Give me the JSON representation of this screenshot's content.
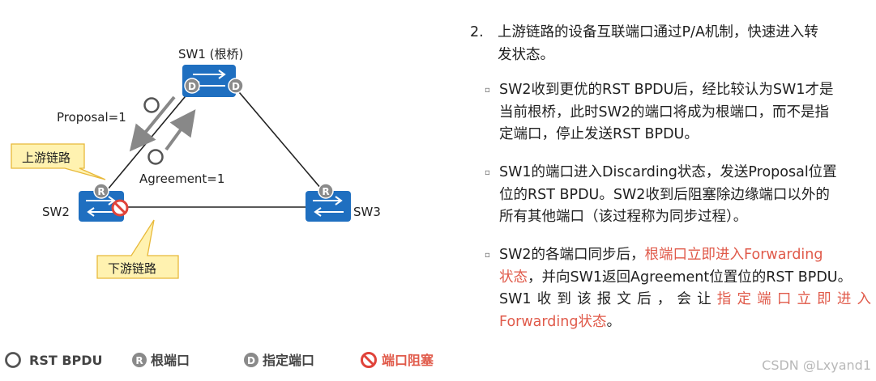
{
  "diagram": {
    "sw1_label": "SW1 (根桥)",
    "sw2_label": "SW2",
    "sw3_label": "SW3",
    "proposal_label": "Proposal=1",
    "agreement_label": "Agreement=1",
    "upstream_label": "上游链路",
    "downstream_label": "下游链路",
    "port_r": "R",
    "port_d": "D"
  },
  "legend": {
    "bpdu": "RST BPDU",
    "root_port": "根端口",
    "designated_port": "指定端口",
    "blocked_port": "端口阻塞",
    "r_letter": "R",
    "d_letter": "D"
  },
  "text": {
    "step_num": "2.",
    "step_line1": "上游链路的设备互联端口通过P/A机制，快速进入转",
    "step_line2": "发状态。",
    "bullet_char": "▫",
    "b1_line1": "SW2收到更优的RST BPDU后，经比较认为SW1才是",
    "b1_line2": "当前根桥，此时SW2的端口将成为根端口，而不是指",
    "b1_line3": "定端口，停止发送RST BPDU。",
    "b2_line1": "SW1的端口进入Discarding状态，发送Proposal位置",
    "b2_line2": "位的RST BPDU。SW2收到后阻塞除边缘端口以外的",
    "b2_line3": "所有其他端口（该过程称为同步过程）。",
    "b3_line1a": "SW2的各端口同步后，",
    "b3_line1b": "根端口立即进入Forwarding",
    "b3_line2a": "状态",
    "b3_line2b": "，并向SW1返回Agreement位置位的RST BPDU。",
    "b3_line3a": "SW1收到该报文后，会让",
    "b3_line3b": "指定端口立即进入",
    "b3_line4a": "Forwarding状态",
    "b3_line4b": "。"
  },
  "watermark": "CSDN @Lxyand1",
  "colors": {
    "switch_blue": "#1f6fc0",
    "port_gray": "#8a8a8a",
    "label_yellow": "#fff2b0",
    "label_border": "#e8b93a",
    "highlight": "#e05a4a",
    "block_red": "#e0433a"
  }
}
